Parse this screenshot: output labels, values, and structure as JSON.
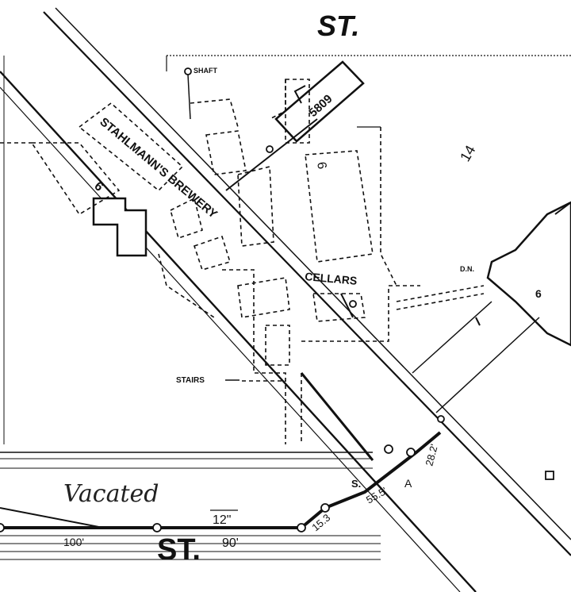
{
  "map": {
    "street_top_label": "ST.",
    "street_bottom_label": "ST.",
    "vacated_label": "Vacated",
    "brewery_label": "STAHLMANN'S BREWERY",
    "cellars_label": "CELLARS",
    "shaft_label": "SHAFT",
    "stairs_label": "STAIRS",
    "dn_label": "D.N.",
    "lot_number": "5809",
    "lot_14": "14",
    "lot_6_left": "6",
    "lot_6_right": "6",
    "lot_6_cellar": "6",
    "dim_12": "12\"",
    "dim_90": "90'",
    "dim_100": "100'",
    "dim_15_3": "15.3",
    "dim_55_5": "55.5'",
    "dim_28_2": "28.2'",
    "label_s": "S.",
    "label_a": "A",
    "colors": {
      "ink": "#111111",
      "paper": "#ffffff"
    }
  }
}
